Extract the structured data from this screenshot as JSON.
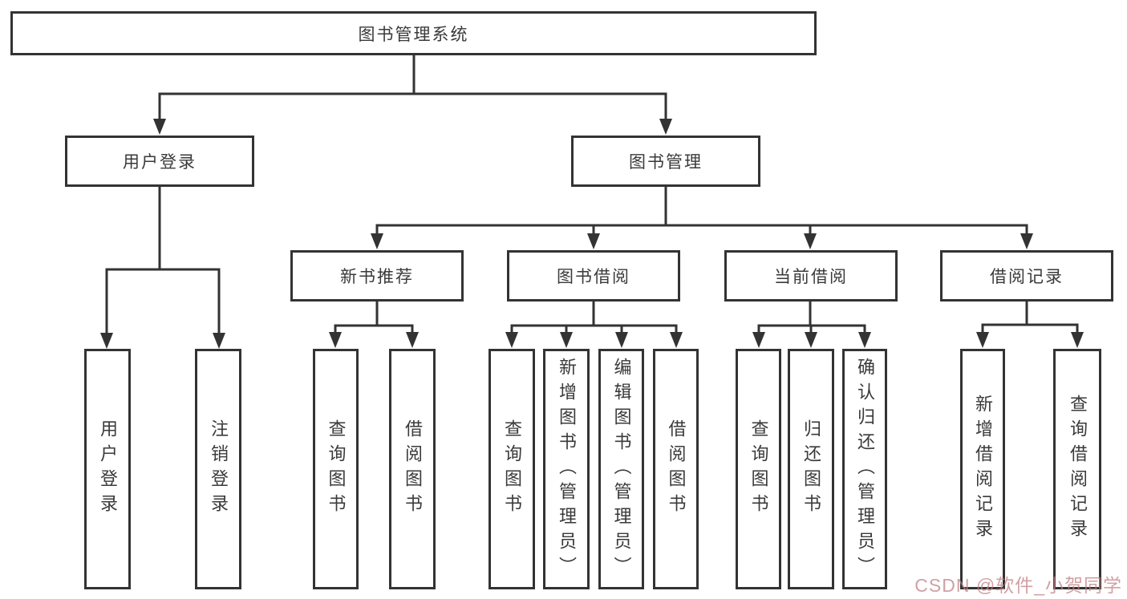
{
  "diagram": {
    "root": {
      "label": "图书管理系统"
    },
    "branches": [
      {
        "label": "用户登录",
        "children": [
          {
            "label": "用户登录"
          },
          {
            "label": "注销登录"
          }
        ]
      },
      {
        "label": "图书管理",
        "children": [
          {
            "label": "新书推荐",
            "children": [
              {
                "label": "查询图书"
              },
              {
                "label": "借阅图书"
              }
            ]
          },
          {
            "label": "图书借阅",
            "children": [
              {
                "label": "查询图书"
              },
              {
                "label": "新增图书（管理员）"
              },
              {
                "label": "编辑图书（管理员）"
              },
              {
                "label": "借阅图书"
              }
            ]
          },
          {
            "label": "当前借阅",
            "children": [
              {
                "label": "查询图书"
              },
              {
                "label": "归还图书"
              },
              {
                "label": "确认归还（管理员）"
              }
            ]
          },
          {
            "label": "借阅记录",
            "children": [
              {
                "label": "新增借阅记录"
              },
              {
                "label": "查询借阅记录"
              }
            ]
          }
        ]
      }
    ]
  },
  "watermark": {
    "text": "CSDN @软件_小贺同学",
    "color": "#c18086"
  },
  "colors": {
    "line": "#333333",
    "box_border": "#333333",
    "text": "#3a3a3a",
    "background": "#ffffff"
  }
}
